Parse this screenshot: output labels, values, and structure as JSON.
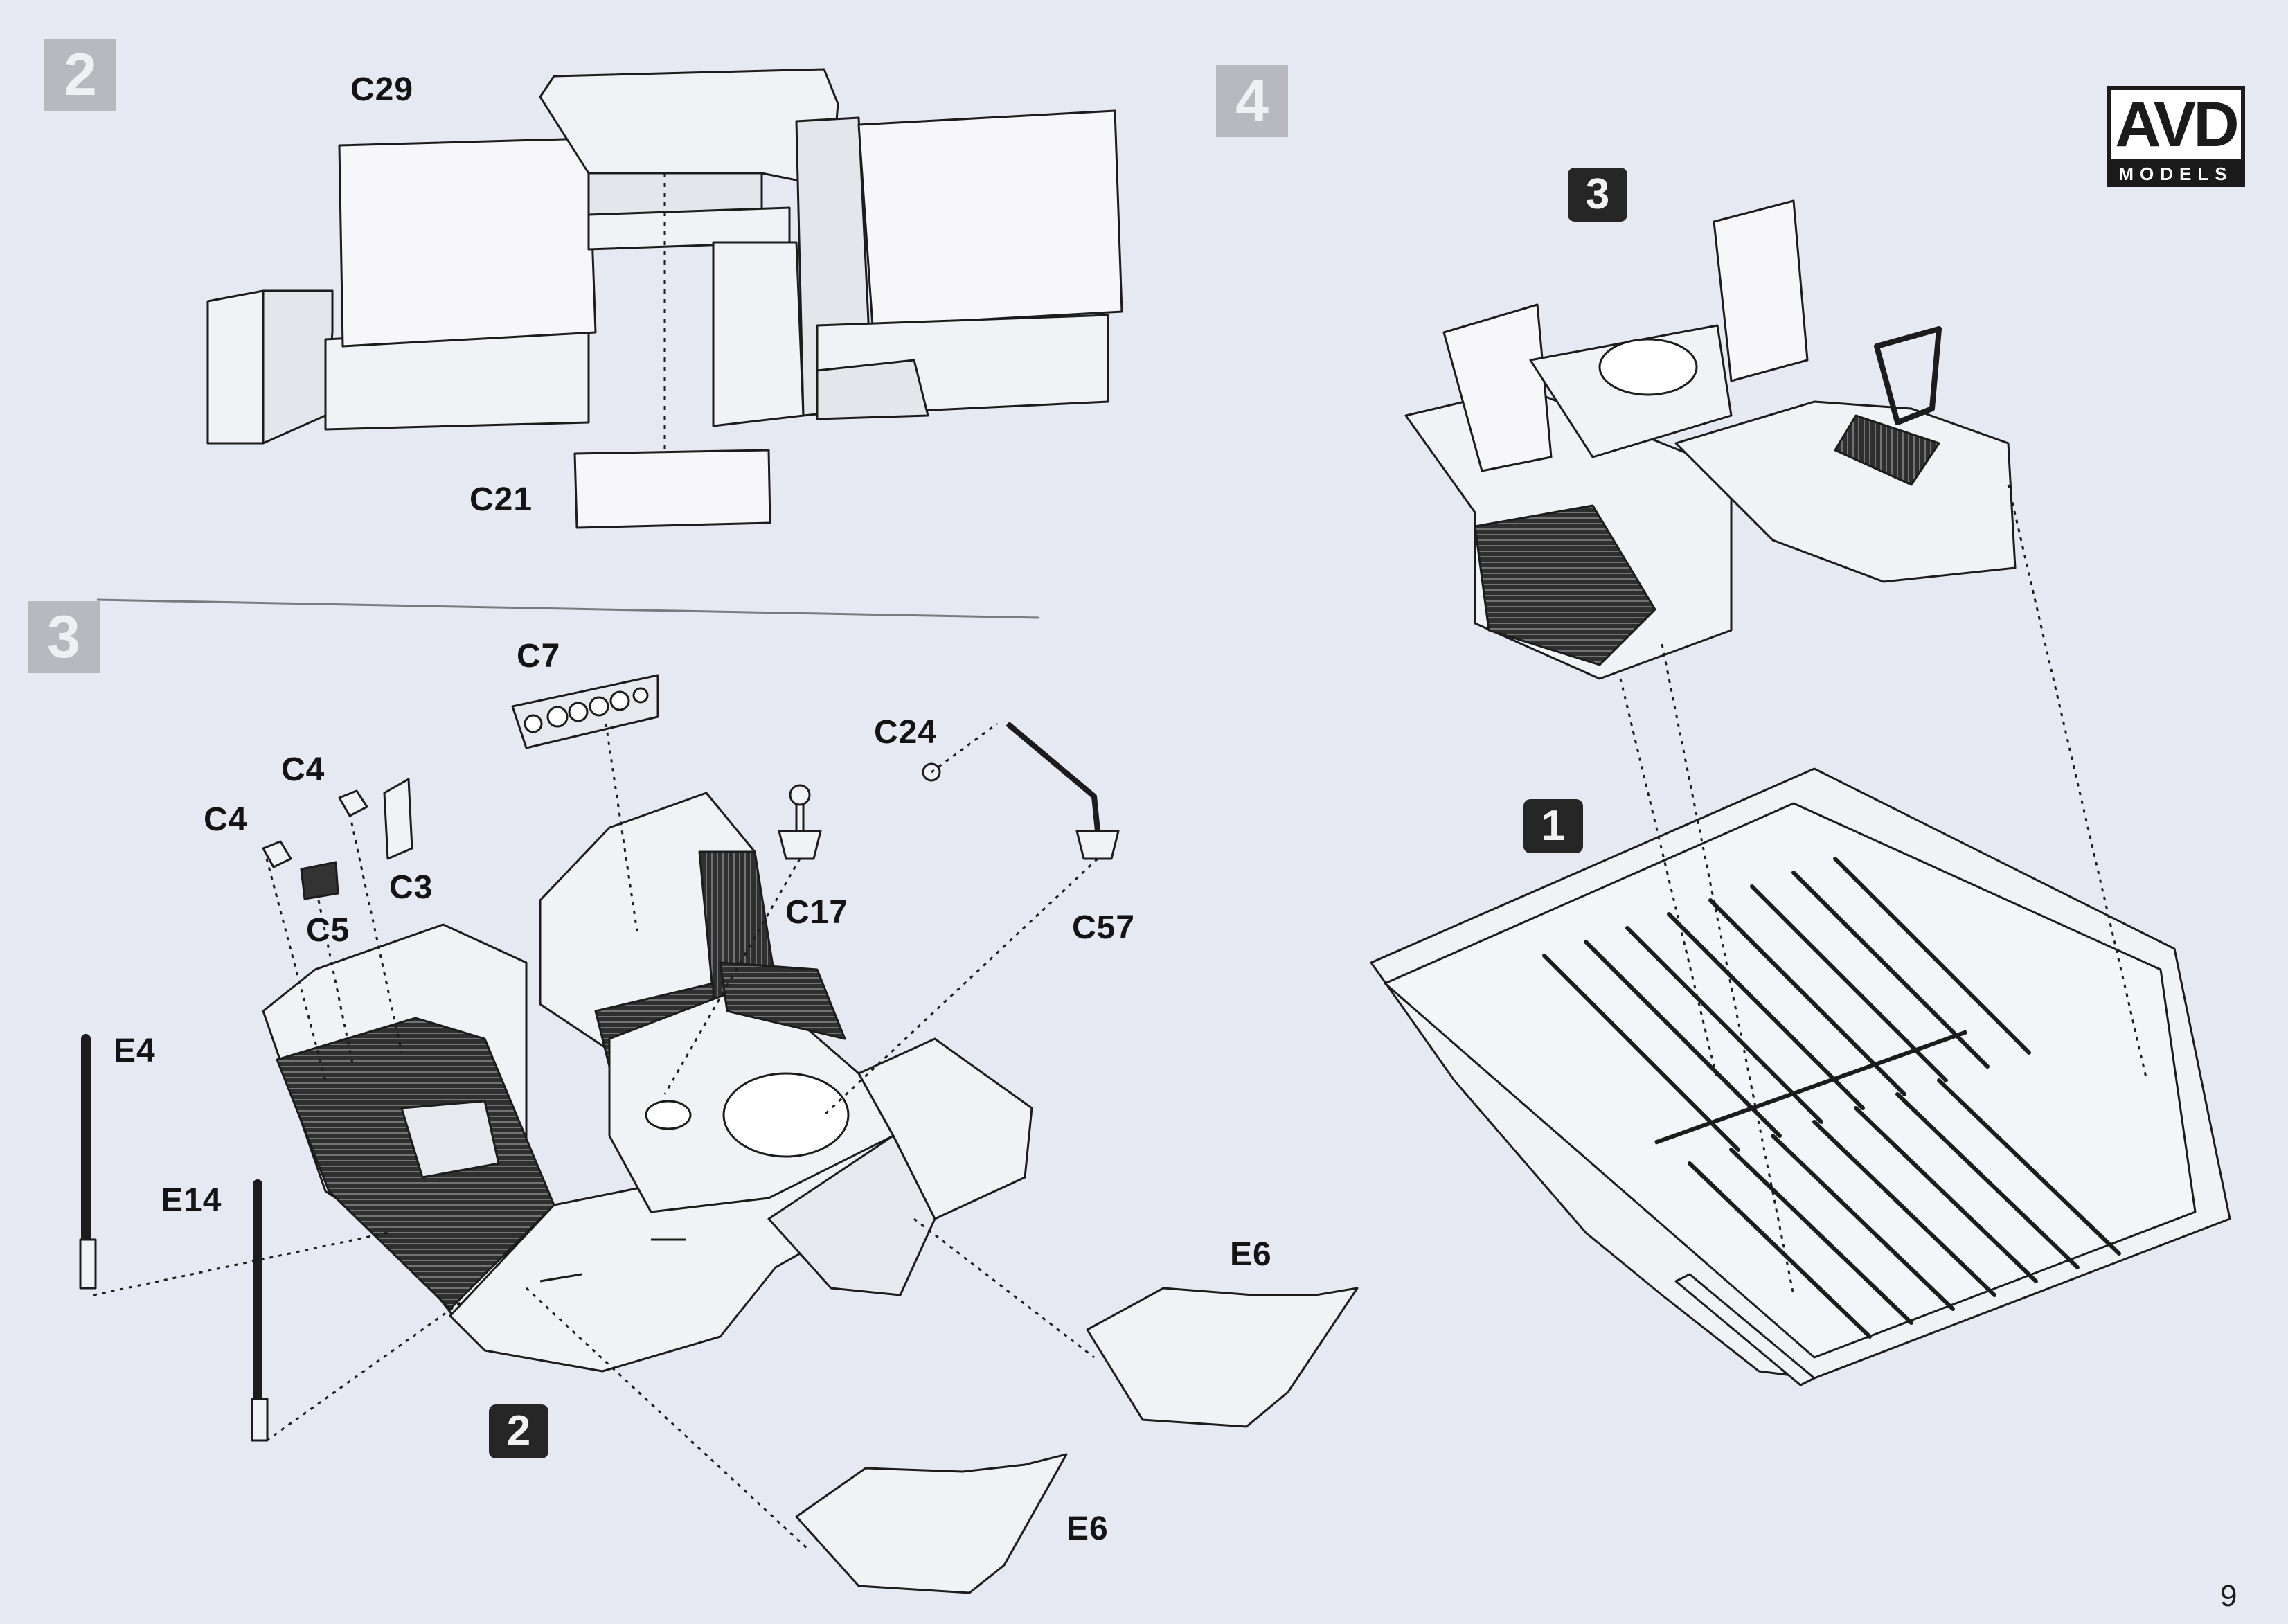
{
  "logo": {
    "main": "AVD",
    "sub": "MODELS"
  },
  "steps": {
    "step2": "2",
    "step3": "3",
    "step4": "4"
  },
  "sub_markers": {
    "step3_subassembly_2": "2",
    "step4_subassembly_3": "3",
    "step4_subassembly_1": "1"
  },
  "parts": {
    "c29": "C29",
    "c21": "C21",
    "c7": "C7",
    "c24": "C24",
    "c4_a": "C4",
    "c4_b": "C4",
    "c3": "C3",
    "c5": "C5",
    "c17": "C17",
    "c57": "C57",
    "e4": "E4",
    "e14": "E14",
    "e6_a": "E6",
    "e6_b": "E6"
  },
  "page_number": "9",
  "colors": {
    "background": "#e6e9f2",
    "line": "#1c1c1c",
    "step_badge": "#b7b9bf",
    "sub_badge": "#262626",
    "tread": "#3a3a3a"
  }
}
